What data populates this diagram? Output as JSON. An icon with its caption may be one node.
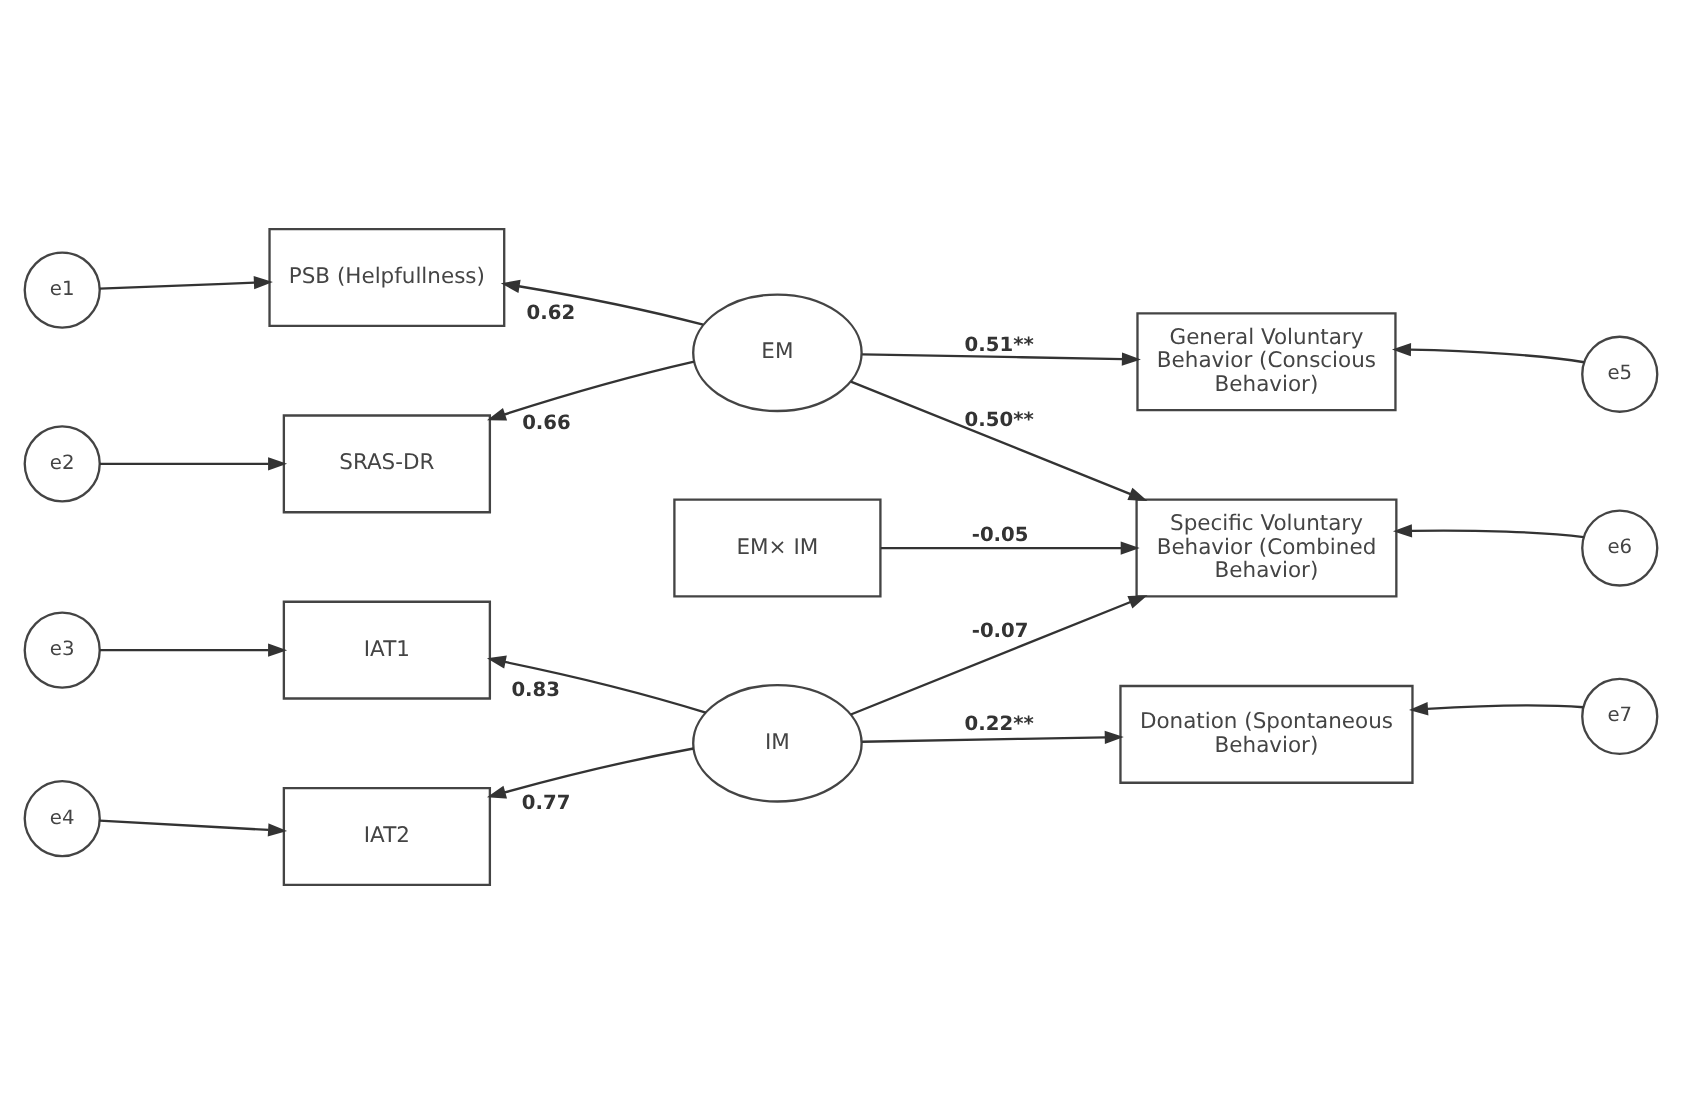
{
  "diagram": {
    "nodes": [
      {
        "text": [
          "e1"
        ]
      },
      {
        "text": [
          "PSB (Helpfullness)"
        ]
      },
      {
        "text": [
          "e2"
        ]
      },
      {
        "text": [
          "SRAS-DR"
        ]
      },
      {
        "text": [
          "EM"
        ]
      },
      {
        "text": [
          "EM× IM"
        ]
      },
      {
        "text": [
          "e3"
        ]
      },
      {
        "text": [
          "IAT1"
        ]
      },
      {
        "text": [
          "e4"
        ]
      },
      {
        "text": [
          "IAT2"
        ]
      },
      {
        "text": [
          "IM"
        ]
      },
      {
        "text": [
          "General Voluntary Behavior (Conscious Behavior)"
        ]
      },
      {
        "text": [
          "e5"
        ]
      },
      {
        "text": [
          "Specific Voluntary Behavior (Combined Behavior)"
        ]
      },
      {
        "text": [
          "e6"
        ]
      },
      {
        "text": [
          "Donation (Spontaneous Behavior)"
        ]
      },
      {
        "text": [
          "e7"
        ]
      }
    ],
    "edges": [
      {
        "from": 0,
        "to": 1,
        "arrow": "to"
      },
      {
        "from": 2,
        "to": 3,
        "arrow": "to"
      },
      {
        "from": 4,
        "to": 1,
        "arrow": "to",
        "label": "0.62"
      },
      {
        "from": 4,
        "to": 3,
        "arrow": "to",
        "label": "0.66"
      },
      {
        "from": 6,
        "to": 7,
        "arrow": "to"
      },
      {
        "from": 8,
        "to": 9,
        "arrow": "to"
      },
      {
        "from": 10,
        "to": 7,
        "arrow": "to",
        "label": "0.83"
      },
      {
        "from": 10,
        "to": 9,
        "arrow": "to",
        "label": "0.77"
      },
      {
        "from": 4,
        "to": 11,
        "arrow": "to",
        "label": "0.51**"
      },
      {
        "from": 4,
        "to": 13,
        "arrow": "to",
        "label": "0.50**"
      },
      {
        "from": 5,
        "to": 13,
        "arrow": "to",
        "label": "-0.05"
      },
      {
        "from": 10,
        "to": 13,
        "arrow": "to",
        "label": "-0.07"
      },
      {
        "from": 10,
        "to": 15,
        "arrow": "to",
        "label": "0.22**"
      },
      {
        "from": 12,
        "to": 11,
        "arrow": "to"
      },
      {
        "from": 14,
        "to": 13,
        "arrow": "to"
      },
      {
        "from": 16,
        "to": 15,
        "arrow": "to"
      }
    ]
  }
}
